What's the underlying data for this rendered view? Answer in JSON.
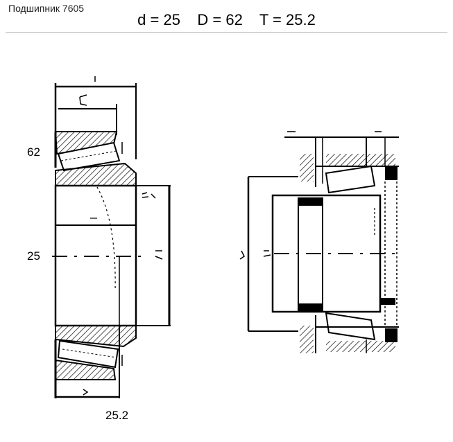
{
  "header": {
    "product": "Подшипник 7605",
    "dimensions": "d = 25    D = 62    T = 25.2"
  },
  "labels": {
    "outer_diameter": "62",
    "bore_diameter": "25",
    "width": "25.2"
  },
  "colors": {
    "ink": "#000000",
    "rule": "#b9b9b9"
  }
}
